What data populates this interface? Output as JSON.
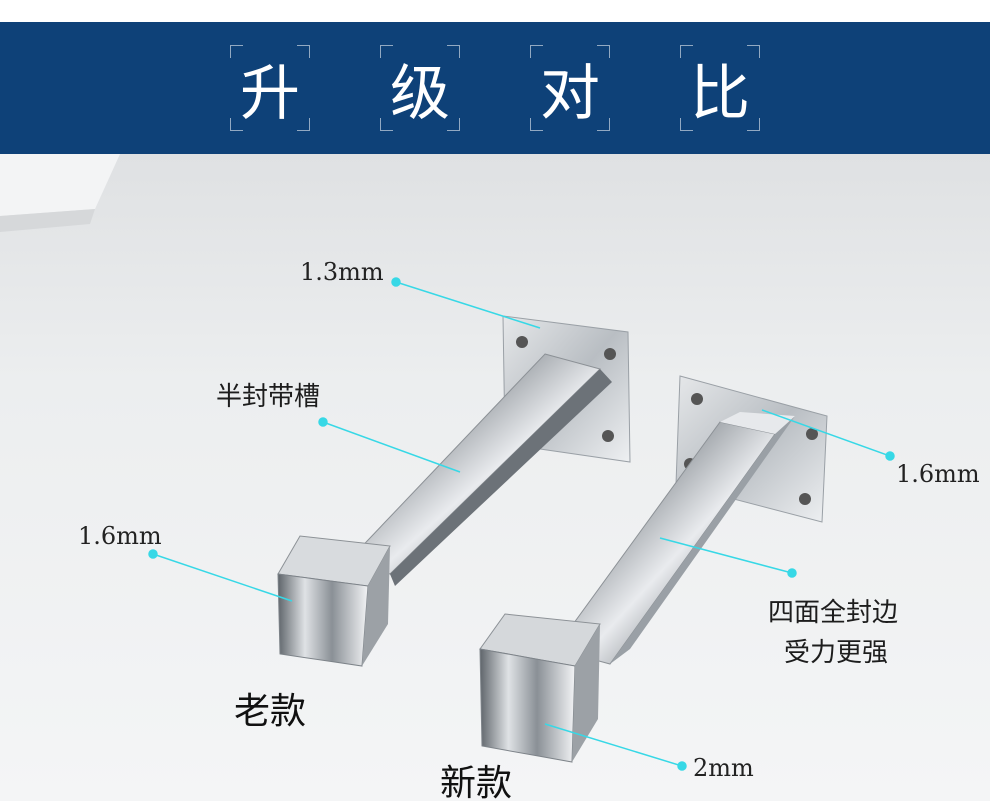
{
  "banner": {
    "title_chars": [
      "升",
      "级",
      "对",
      "比"
    ],
    "background": "#0e4178"
  },
  "annotations": {
    "old_top_thickness": "1.3mm",
    "old_slot": "半封带槽",
    "old_cap_thickness": "1.6mm",
    "old_label": "老款",
    "new_top_thickness": "1.6mm",
    "new_feature_line1": "四面全封边",
    "new_feature_line2": "受力更强",
    "new_cap_thickness": "2mm",
    "new_label": "新款"
  },
  "colors": {
    "callout": "#37d8e6"
  }
}
